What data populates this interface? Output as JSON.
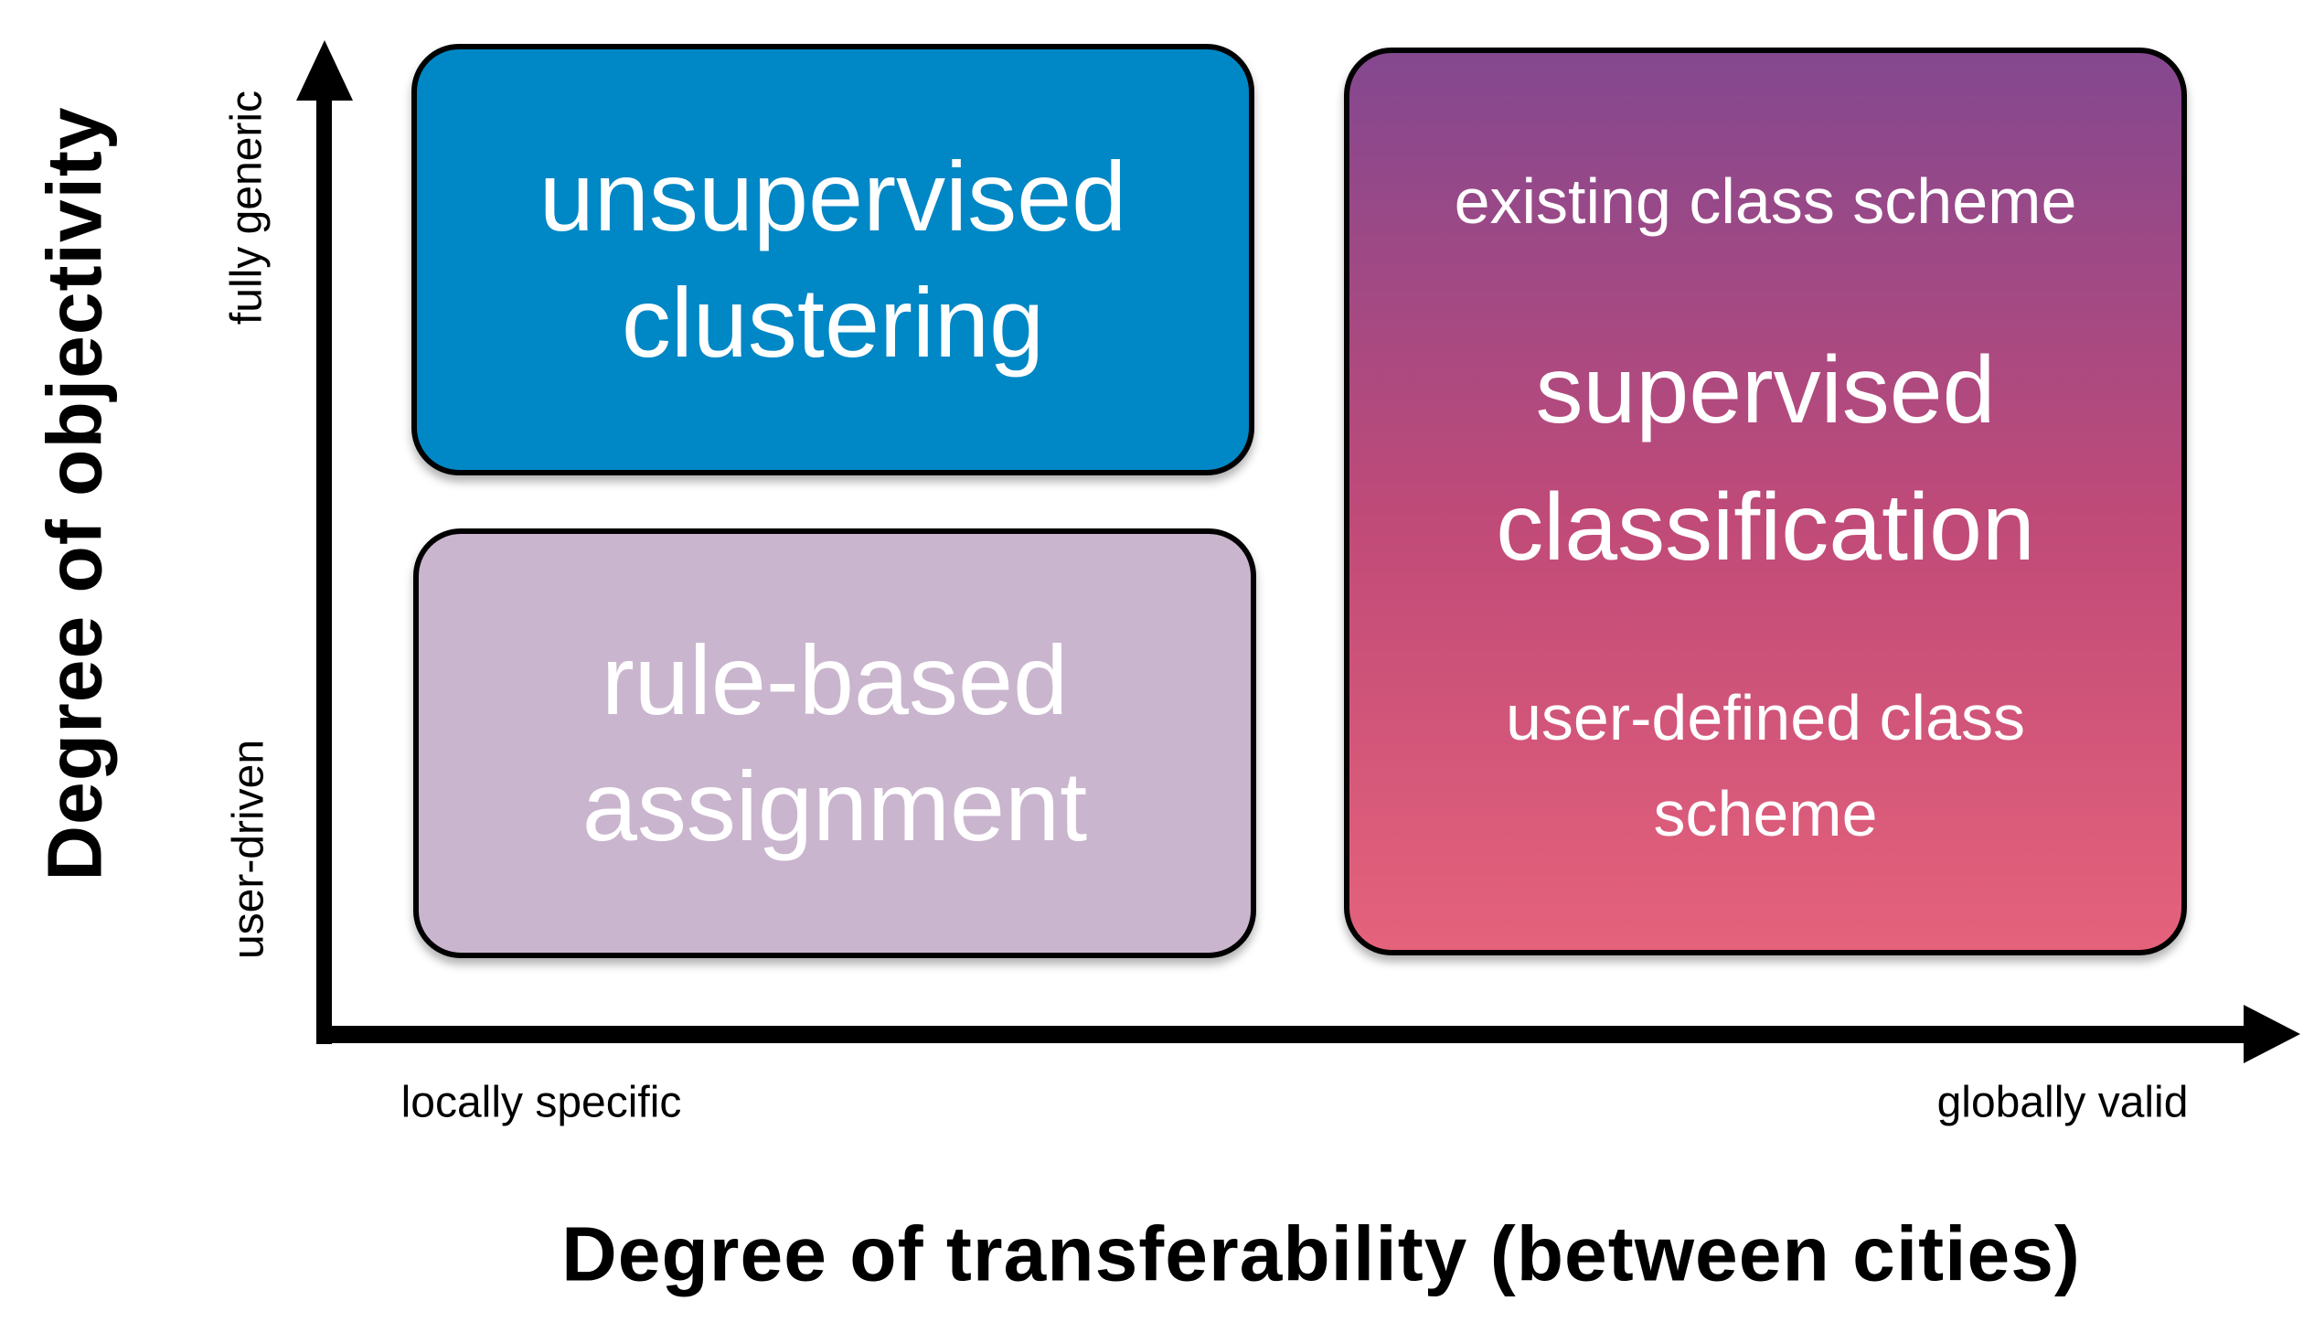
{
  "figure": {
    "y_axis": {
      "title": "Degree of objectivity",
      "tick_top": "fully generic",
      "tick_bottom": "user-driven"
    },
    "x_axis": {
      "title": "Degree of transferability (between cities)",
      "tick_left": "locally specific",
      "tick_right": "globally valid"
    },
    "boxes": {
      "unsupervised_clustering": {
        "line1": "unsupervised",
        "line2": "clustering"
      },
      "rule_based_assignment": {
        "line1": "rule-based",
        "line2": "assignment"
      },
      "supervised_classification": {
        "top_label": "existing class scheme",
        "line1": "supervised",
        "line2": "classification",
        "bottom_label_line1": "user-defined class",
        "bottom_label_line2": "scheme"
      }
    }
  },
  "colors": {
    "ink": "#000000",
    "text_light": "#ffffff",
    "blue": "#0087c5",
    "lavender": "#cab5ce",
    "grad_top": "#84488f",
    "grad_mid": "#c04a78",
    "grad_bottom": "#e5627b"
  }
}
